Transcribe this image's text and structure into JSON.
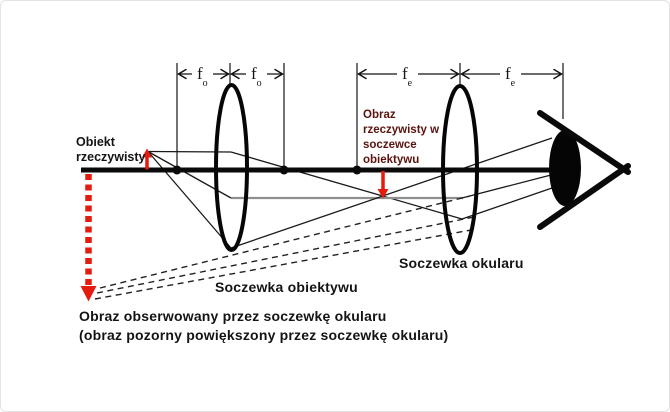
{
  "diagram": {
    "title_context": "telescope-ray-diagram",
    "labels": {
      "object": {
        "line1": "Obiekt",
        "line2": "rzeczywisty"
      },
      "real_image": {
        "line1": "Obraz",
        "line2": "rzeczywisty w",
        "line3": "soczewce",
        "line4": "obiektywu"
      },
      "objective_lens": "Soczewka obiektywu",
      "eyepiece_lens": "Soczewka okularu",
      "observed_image_line1": "Obraz obserwowany przez soczewkę okularu",
      "observed_image_line2": "(obraz pozorny powiększony przez soczewkę okularu)"
    },
    "focal_lengths": {
      "f": "f",
      "sub_objective": "o",
      "sub_eyepiece": "e"
    },
    "colors": {
      "arrow_red": "#e61b0f",
      "real_image_label_red": "#5a1410",
      "parallel_ray_gray": "#8f8f8f",
      "ink": "#141414",
      "frame_border": "#e3e3e3"
    }
  }
}
